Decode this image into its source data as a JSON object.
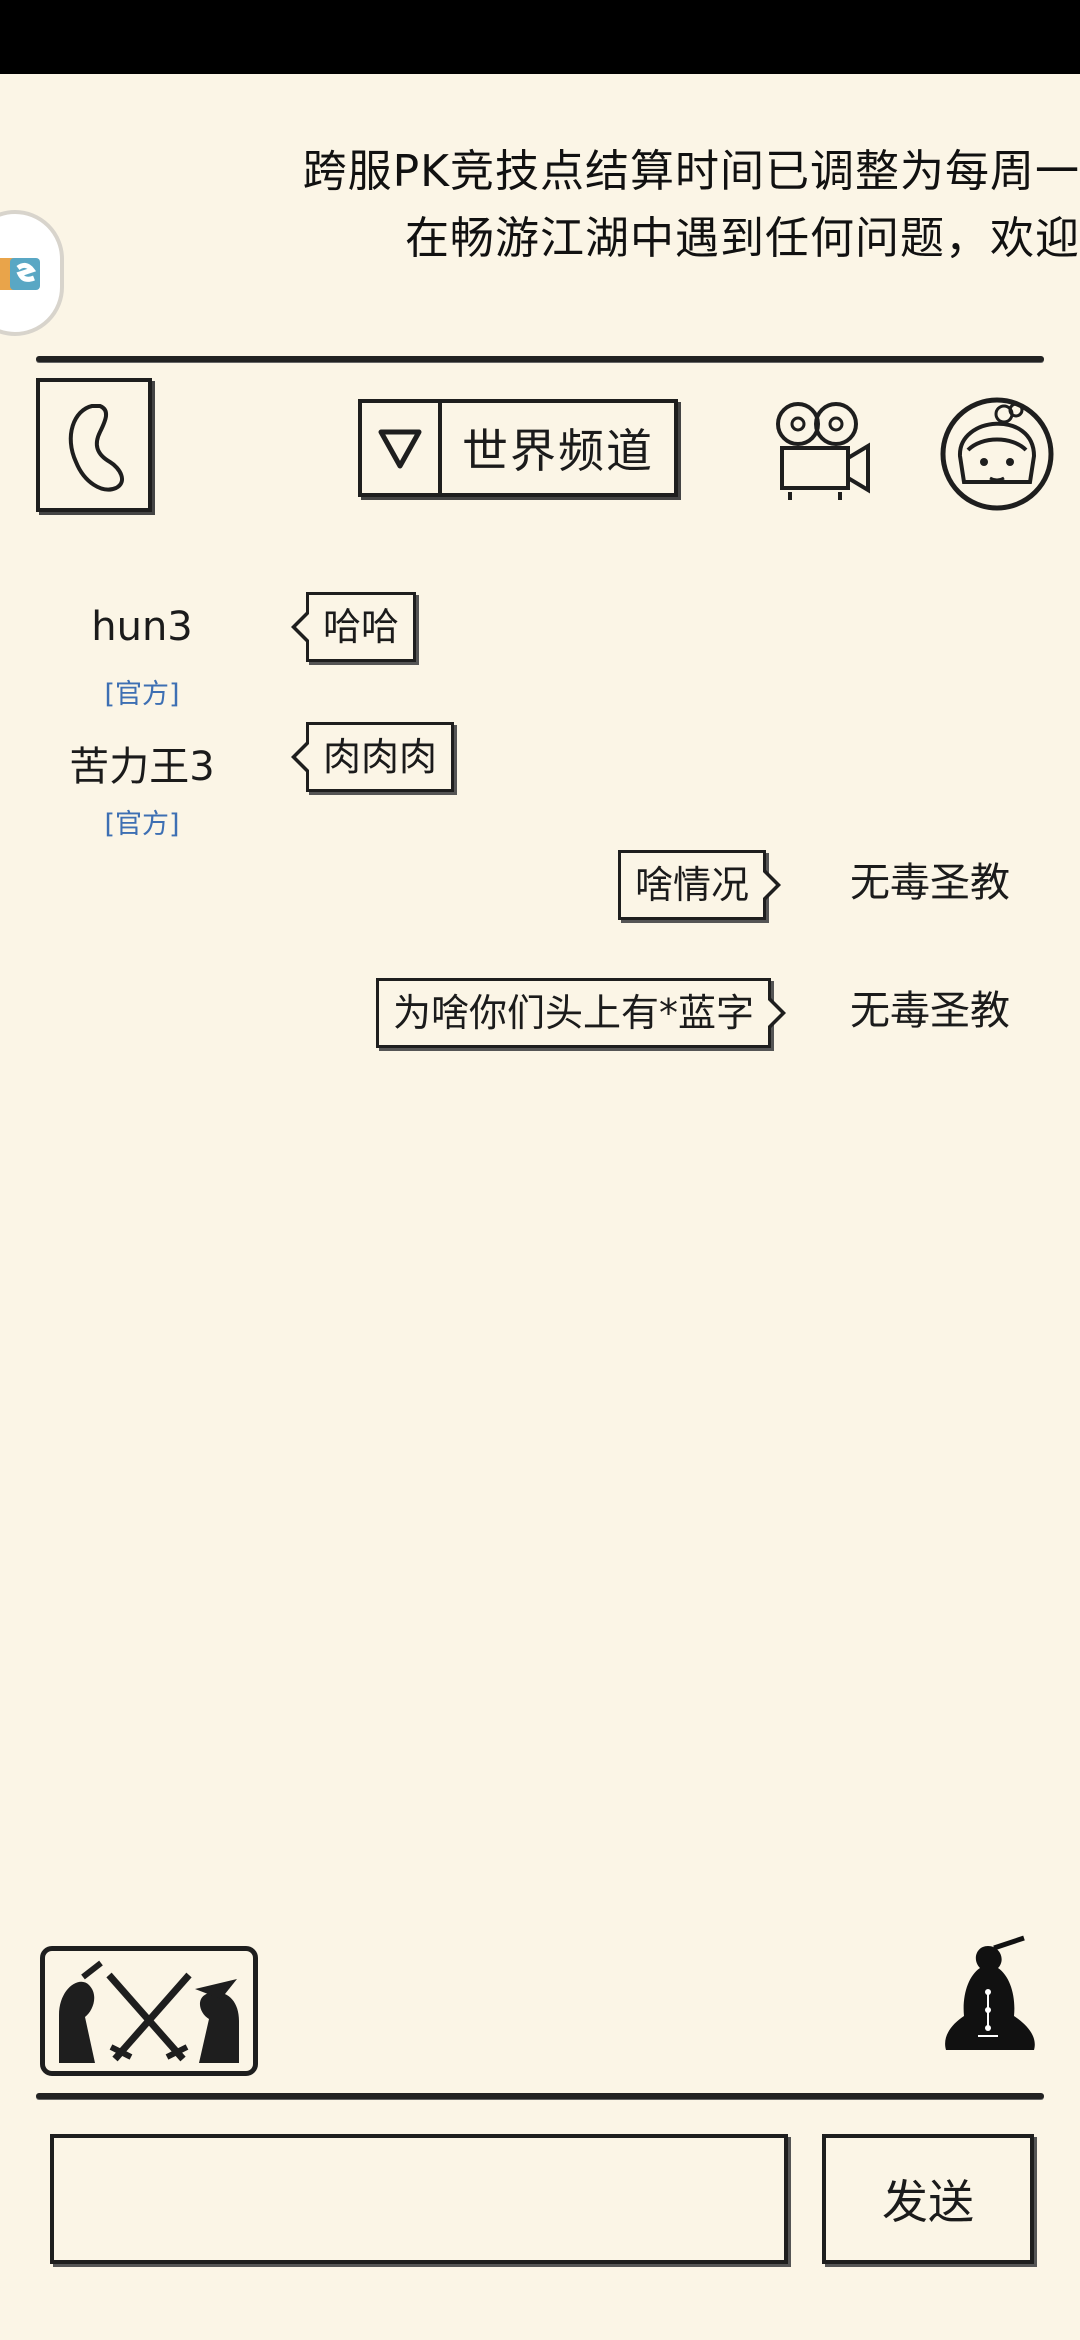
{
  "ticker": {
    "line1": "跨服PK竞技点结算时间已调整为每周一",
    "line2": "在畅游江湖中遇到任何问题，欢迎"
  },
  "header": {
    "channel_label": "世界频道"
  },
  "messages_left": [
    {
      "name": "hun3",
      "badge": "[官方]",
      "text": "哈哈"
    },
    {
      "name": "苦力王3",
      "badge": "[官方]",
      "text": "肉肉肉"
    }
  ],
  "messages_right": [
    {
      "name": "无毒圣教",
      "text": "啥情况"
    },
    {
      "name": "无毒圣教",
      "text": "为啥你们头上有*蓝字"
    }
  ],
  "input": {
    "value": "",
    "send_label": "发送"
  },
  "colors": {
    "background": "#FBF5E6",
    "ink": "#1e1e1e",
    "badge_blue": "#3d6fb3"
  }
}
